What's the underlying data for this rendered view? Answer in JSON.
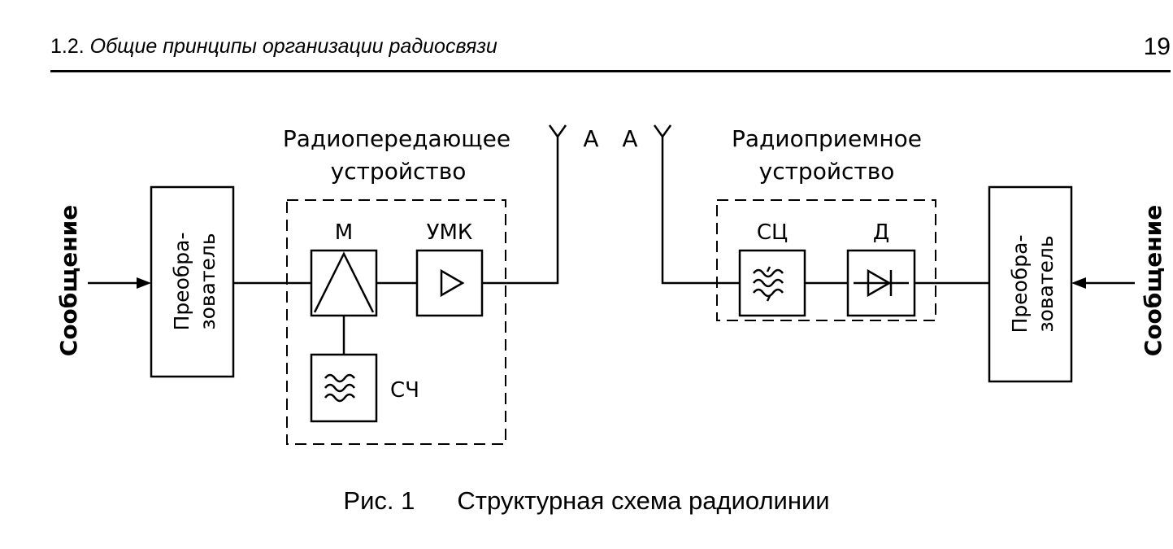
{
  "header": {
    "section_number": "1.2.",
    "section_title": "Общие принципы организации радиосвязи",
    "page_number": "19"
  },
  "diagram": {
    "transmitter": {
      "title_line1": "Радиопередающее",
      "title_line2": "устройство",
      "input_label": "Сообщение",
      "converter_line1": "Преобра-",
      "converter_line2": "зователь",
      "modulator_label": "М",
      "amplifier_label": "УМК",
      "synthesizer_label": "СЧ",
      "antenna_label": "А"
    },
    "receiver": {
      "title_line1": "Радиоприемное",
      "title_line2": "устройство",
      "output_label": "Сообщение",
      "converter_line1": "Преобра-",
      "converter_line2": "зователь",
      "filter_label": "СЦ",
      "detector_label": "Д",
      "antenna_label": "А"
    }
  },
  "caption": {
    "figure_number": "Рис. 1",
    "figure_title": "Структурная схема радиолинии"
  }
}
